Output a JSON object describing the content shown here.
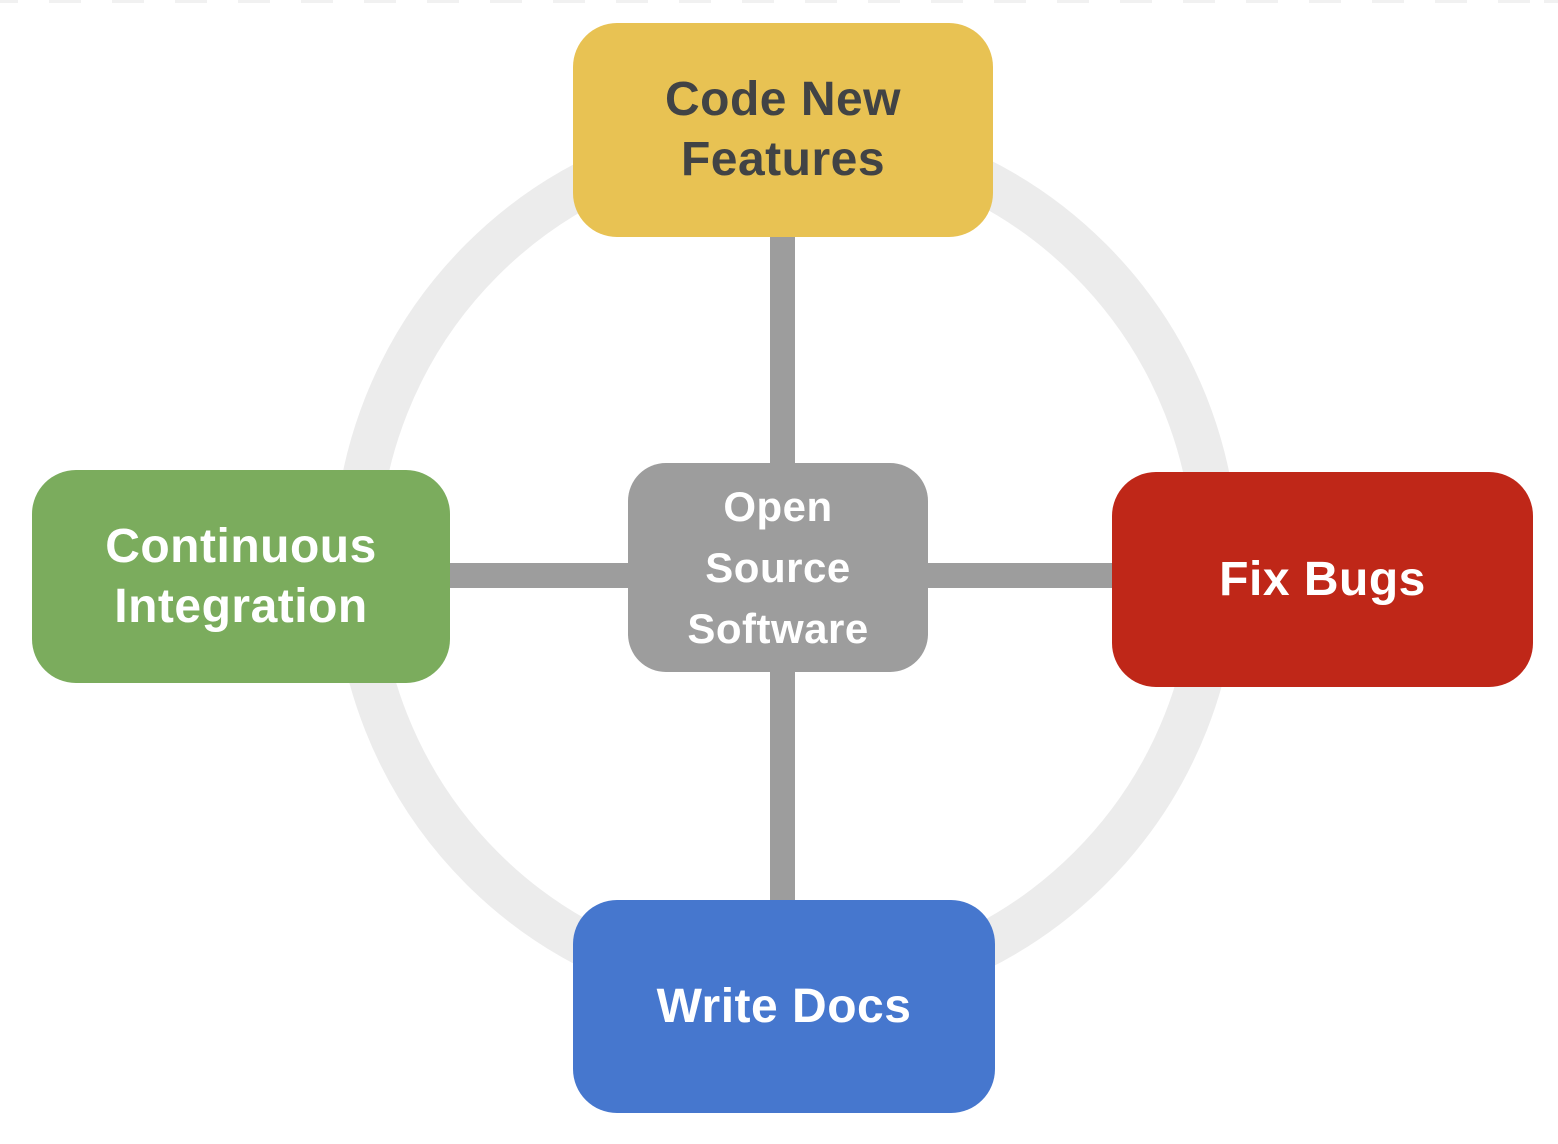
{
  "diagram": {
    "background": "#FFFFFF",
    "boundary_dash_color": "#F1F1F1",
    "ring_color": "#ECECEC",
    "connector_color": "#9D9D9D",
    "center": {
      "label": "Open\nSource\nSoftware",
      "color": "#9D9D9D",
      "text_color": "#FFFFFF"
    },
    "nodes": [
      {
        "position": "top",
        "label": "Code New\nFeatures",
        "color": "#E8C253",
        "text_color": "#414345"
      },
      {
        "position": "left",
        "label": "Continuous\nIntegration",
        "color": "#7BAC5D",
        "text_color": "#FFFFFF"
      },
      {
        "position": "right",
        "label": "Fix Bugs",
        "color": "#BF2718",
        "text_color": "#FFFFFF"
      },
      {
        "position": "bottom",
        "label": "Write Docs",
        "color": "#4677CE",
        "text_color": "#FFFFFF"
      }
    ]
  }
}
